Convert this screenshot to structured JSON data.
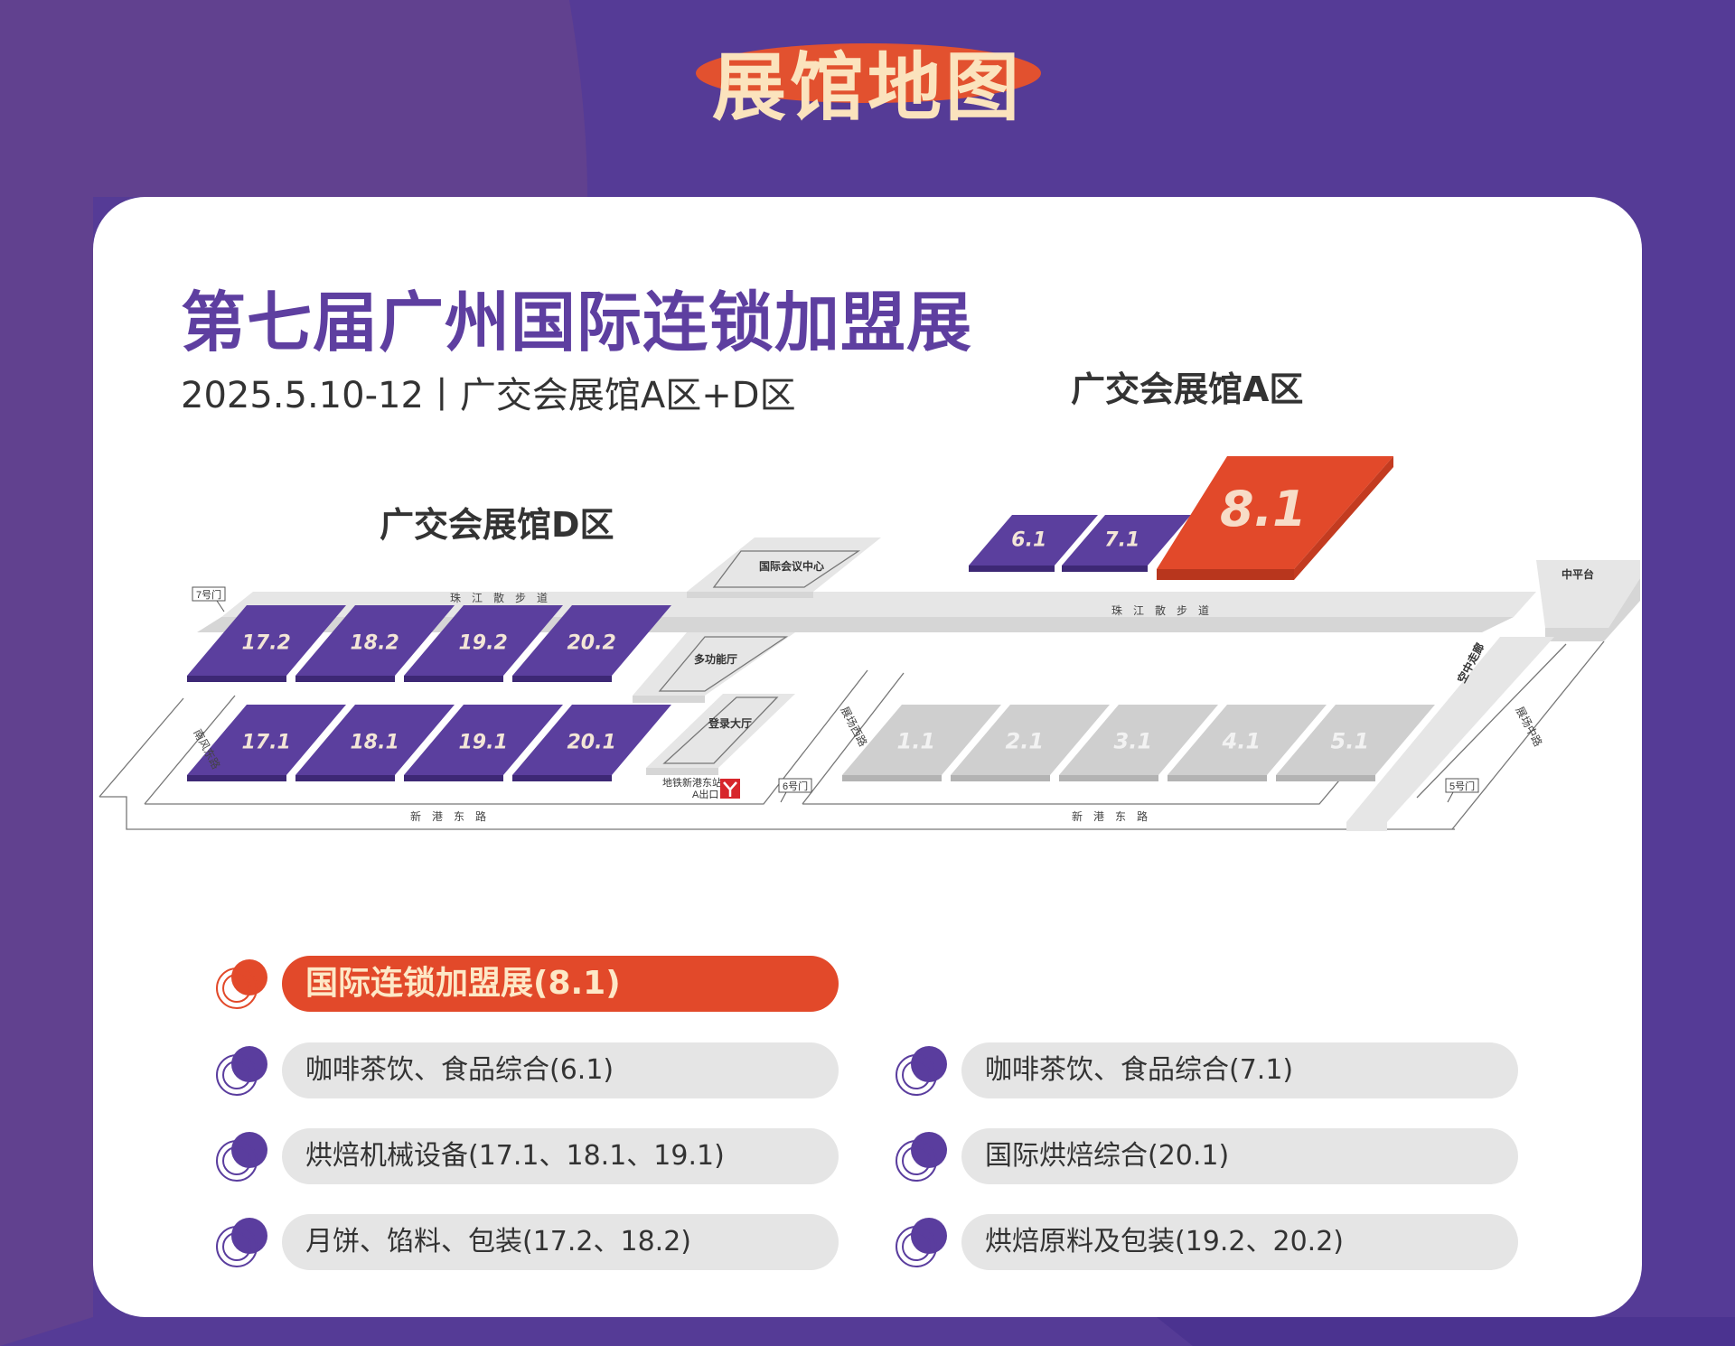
{
  "header": {
    "title": "展馆地图"
  },
  "event": {
    "title": "第七届广州国际连锁加盟展",
    "subtitle": "2025.5.10-12丨广交会展馆A区+D区"
  },
  "zones": {
    "a_label": "广交会展馆A区",
    "d_label": "广交会展馆D区"
  },
  "map": {
    "halls_d_top": [
      "17.2",
      "18.2",
      "19.2",
      "20.2"
    ],
    "halls_d_bottom": [
      "17.1",
      "18.1",
      "19.1",
      "20.1"
    ],
    "halls_a_top": [
      "6.1",
      "7.1"
    ],
    "hall_featured": "8.1",
    "halls_a_bottom": [
      "1.1",
      "2.1",
      "3.1",
      "4.1",
      "5.1"
    ],
    "buildings": {
      "conference": "国际会议中心",
      "multi": "多功能厅",
      "lobby": "登录大厅",
      "zhongping": "中平台"
    },
    "roads": {
      "zhujiang_1": "珠　江　散　步　道",
      "zhujiang_2": "珠　江　散　步　道",
      "xingang_1": "新　港　东　路",
      "xingang_2": "新　港　东　路",
      "nanfeng": "南风东路",
      "zhanchang_west": "展场西路",
      "zhanchang_mid": "展场中路",
      "kongzhong": "空中走廊"
    },
    "gates": {
      "g7": "7号门",
      "g6": "6号门",
      "g5": "5号门"
    },
    "metro_line1": "地铁新港东站",
    "metro_line2": "A出口"
  },
  "legend": [
    {
      "label": "国际连锁加盟展(8.1)",
      "primary": true
    },
    {
      "label": "咖啡茶饮、食品综合(6.1)",
      "primary": false
    },
    {
      "label": "咖啡茶饮、食品综合(7.1)",
      "primary": false
    },
    {
      "label": "烘焙机械设备(17.1、18.1、19.1)",
      "primary": false
    },
    {
      "label": "国际烘焙综合(20.1)",
      "primary": false
    },
    {
      "label": "月饼、馅料、包装(17.2、18.2)",
      "primary": false
    },
    {
      "label": "烘焙原料及包装(19.2、20.2)",
      "primary": false
    }
  ],
  "colors": {
    "purple": "#5a3d9e",
    "orange": "#e2492a",
    "gray": "#cfcfcf",
    "cream": "#fbe3bd"
  }
}
